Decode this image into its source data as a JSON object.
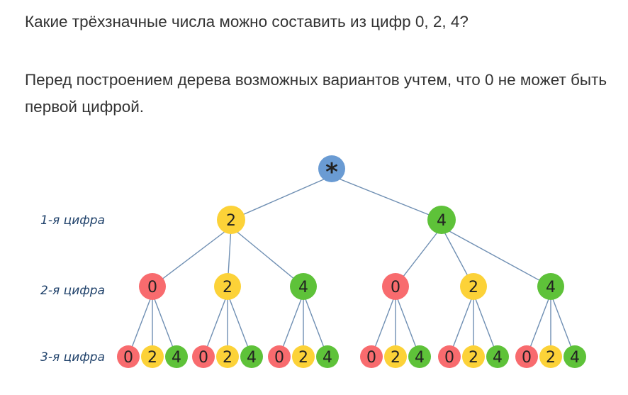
{
  "question": "Какие трёхзначные числа можно составить из цифр 0, 2, 4?",
  "paragraph": "Перед построением дерева возможных вариантов учтем, что 0 не может быть первой цифрой.",
  "diagram": {
    "root_label": "*",
    "level_labels": [
      "1-я цифра",
      "2-я цифра",
      "3-я цифра"
    ],
    "first_digits": [
      "2",
      "4"
    ],
    "other_digits": [
      "0",
      "2",
      "4"
    ],
    "digit_colors": {
      "0": "#f86b6e",
      "2": "#fcd238",
      "4": "#5ec239",
      "*": "#6a9bd3"
    }
  }
}
